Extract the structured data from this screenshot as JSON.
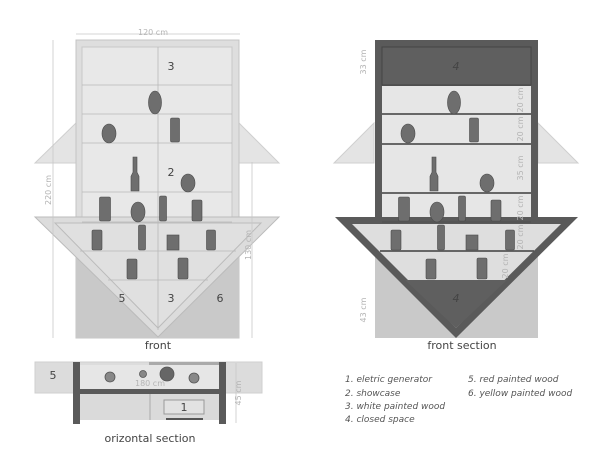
{
  "front": {
    "caption": "front",
    "width_label": "120 cm",
    "height_label": "220 cm",
    "lower_height_label": "130 cm",
    "top_label": "3",
    "showcase_label": "2",
    "bottom_left_label": "5",
    "bottom_center_label": "3",
    "bottom_right_label": "6"
  },
  "section": {
    "caption": "front section",
    "top_closed_label": "4",
    "bottom_closed_label": "4",
    "top_dim": "33 cm",
    "bottom_dim": "43 cm",
    "shelf_dims": [
      "20 cm",
      "20 cm",
      "35 cm",
      "20 cm",
      "20 cm",
      "20 cm"
    ]
  },
  "plan": {
    "caption": "orizontal section",
    "left_label": "5",
    "generator_label": "1",
    "width_label": "180 cm",
    "depth_label": "45 cm"
  },
  "legend": {
    "items": [
      "1. eletric generator",
      "2. showcase",
      "3. white painted wood",
      "4. closed space",
      "5. red painted wood",
      "6. yellow painted wood"
    ]
  },
  "colors": {
    "dark": "#5a5a5a",
    "light": "#e6e6e6",
    "mid": "#c9c9c9",
    "jar": "#6e6e6e"
  }
}
